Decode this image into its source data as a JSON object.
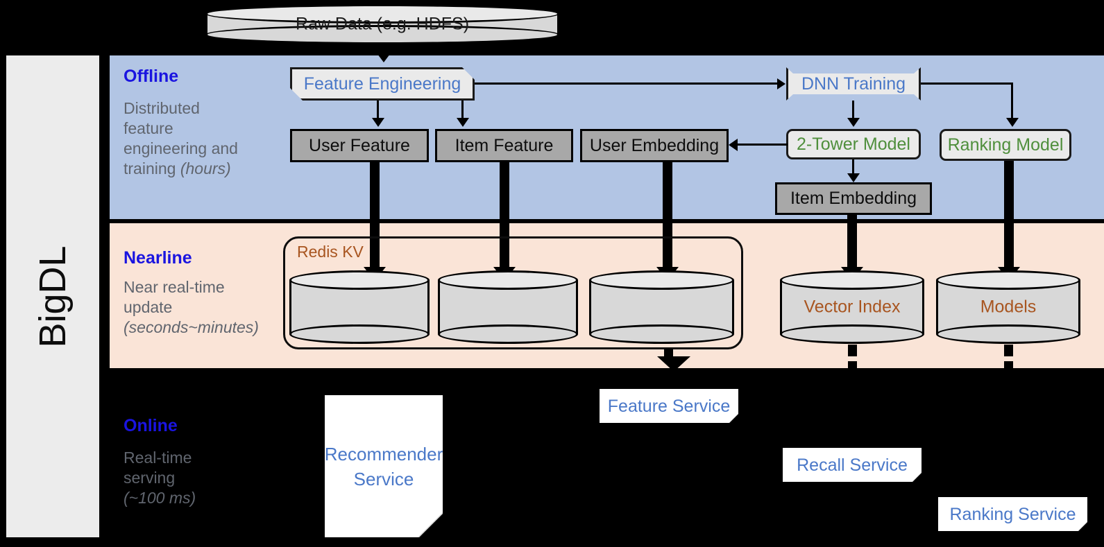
{
  "framework": {
    "name": "BigDL"
  },
  "bands": [
    {
      "id": "offline",
      "title": "Offline",
      "description_line1": "Distributed",
      "description_line2": "feature",
      "description_line3": "engineering and",
      "description_line4": "training ",
      "description_italic": "(hours)",
      "color": "#b2c5e4"
    },
    {
      "id": "nearline",
      "title": "Nearline",
      "description_line1": "Near real-time",
      "description_line2": "update",
      "description_italic": "(seconds~minutes)",
      "color": "#fae4d7"
    },
    {
      "id": "online",
      "title": "Online",
      "description_line1": "Real-time",
      "description_line2": "serving",
      "description_italic": "(~100 ms)",
      "color": "#000000"
    }
  ],
  "source": {
    "raw_data": "Raw Data (e.g. HDFS)"
  },
  "offline": {
    "feature_engineering": "Feature Engineering",
    "dnn_training": "DNN Training",
    "two_tower_model": "2-Tower Model",
    "ranking_model": "Ranking Model",
    "user_feature": "User Feature",
    "item_feature": "Item Feature",
    "user_embedding": "User Embedding",
    "item_embedding": "Item Embedding"
  },
  "nearline": {
    "redis_label": "Redis KV",
    "store_user_feature": "",
    "store_item_feature": "",
    "store_user_embedding": "",
    "vector_index": "Vector Index",
    "models": "Models"
  },
  "online": {
    "recommender_service": "Recommender Service",
    "feature_service": "Feature Service",
    "recall_service": "Recall Service",
    "ranking_service": "Ranking Service"
  },
  "colors": {
    "offline_band": "#b2c5e4",
    "nearline_band": "#fae4d7",
    "online_band": "#000000",
    "band_title": "#1a14e0",
    "band_subtext": "#60656e",
    "process_text": "#4a78c8",
    "model_text": "#4f8f3c",
    "store_text": "#a85520",
    "gray_fill": "#a8a8a8",
    "light_fill": "#eaeaea",
    "rail_fill": "#ececec"
  }
}
